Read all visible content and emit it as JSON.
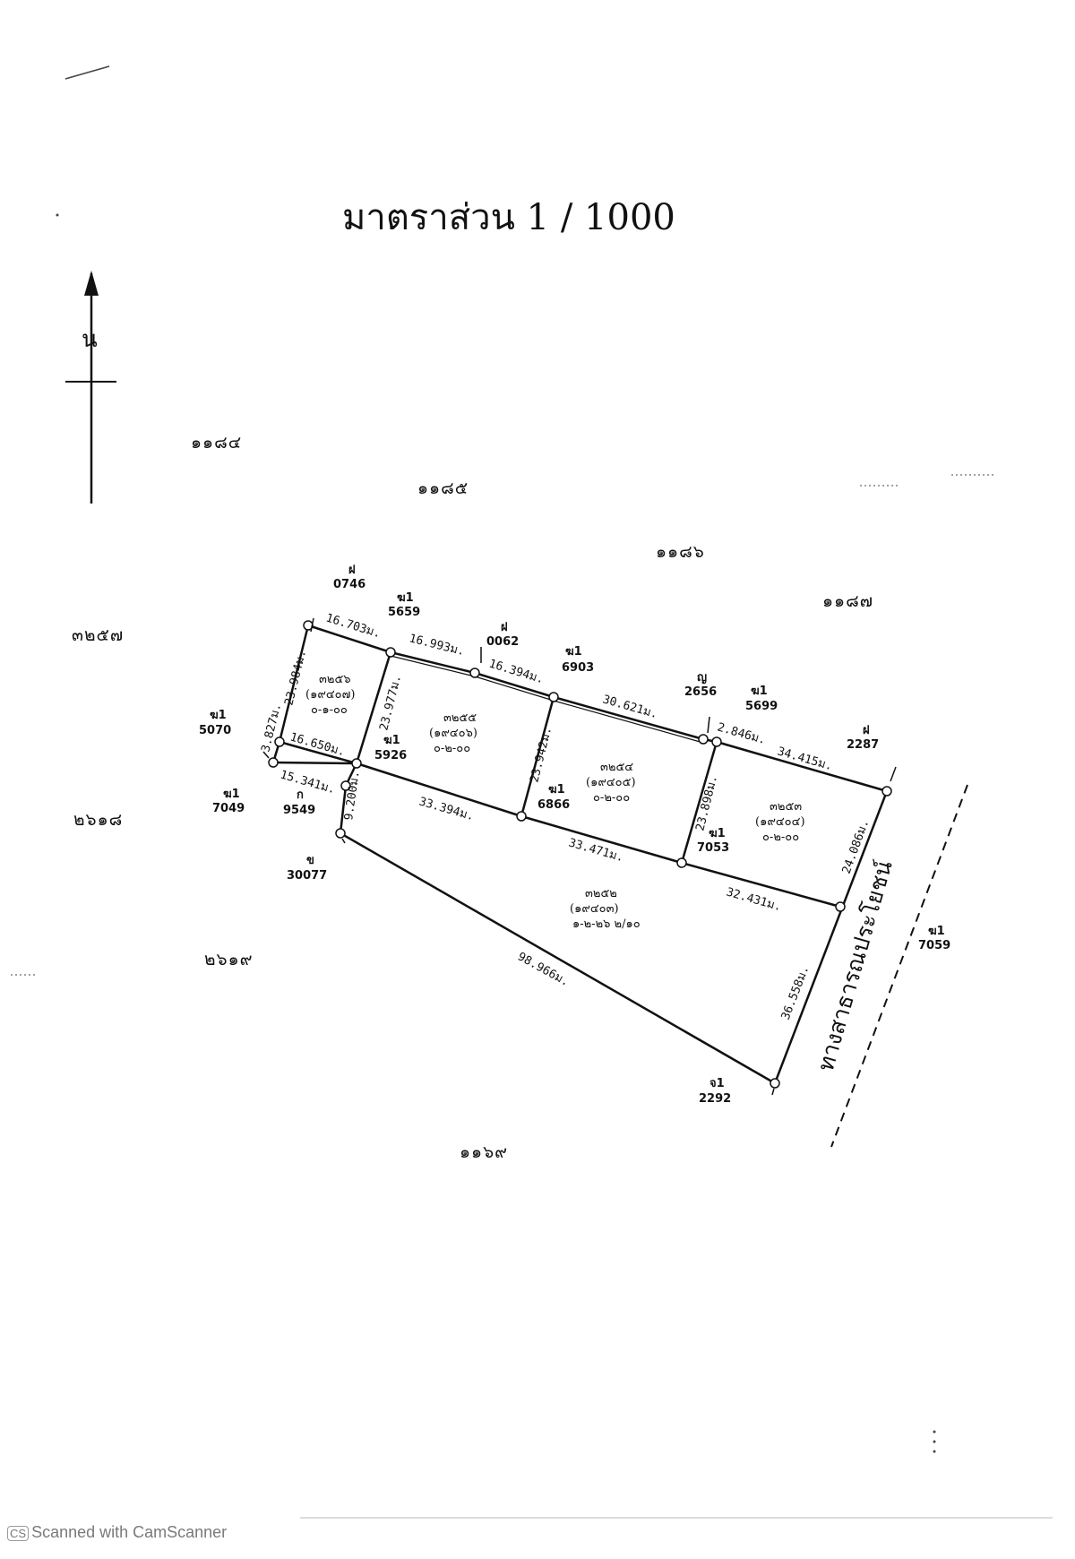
{
  "title": "มาตราส่วน 1 / 1000",
  "north_label": "น",
  "road_label": "ทางสาธารณประโยชน์",
  "footer": {
    "logo": "CS",
    "text": "Scanned with CamScanner"
  },
  "neighbors": {
    "n1184": "๑๑๘๔",
    "n1185": "๑๑๘๕",
    "n1186": "๑๑๘๖",
    "n1187": "๑๑๘๗",
    "n3257": "๓๒๕๗",
    "n2618": "๒๖๑๘",
    "n2619": "๒๖๑๙",
    "n1169": "๑๑๖๙"
  },
  "plots": [
    {
      "no": "๓๒๕๖",
      "deed": "(๑๙๔๐๗)",
      "area": "๐-๑-๐๐"
    },
    {
      "no": "๓๒๕๕",
      "deed": "(๑๙๔๐๖)",
      "area": "๐-๒-๐๐"
    },
    {
      "no": "๓๒๕๔",
      "deed": "(๑๙๔๐๕)",
      "area": "๐-๒-๐๐"
    },
    {
      "no": "๓๒๕๓",
      "deed": "(๑๙๔๐๔)",
      "area": "๐-๒-๐๐"
    },
    {
      "no": "๓๒๕๒",
      "deed": "(๑๙๔๐๓)",
      "area": "๑-๒-๒๖ ๒/๑๐"
    }
  ],
  "dimensions": {
    "d16703": "16.703ม.",
    "d16993": "16.993ม.",
    "d16394": "16.394ม.",
    "d30621": "30.621ม.",
    "d2846": "2.846ม.",
    "d34415": "34.415ม.",
    "d23984": "23.984ม.",
    "d3827": "3.827ม.",
    "d23977": "23.977ม.",
    "d23942": "23.942ม.",
    "d23898": "23.898ม.",
    "d24086": "24.086ม.",
    "d16650": "16.650ม.",
    "d15341": "15.341ม.",
    "d9200": "9.200ม.",
    "d33394": "33.394ม.",
    "d33471": "33.471ม.",
    "d32431": "32.431ม.",
    "d36558": "36.558ม.",
    "d98966": "98.966ม."
  },
  "markers": {
    "m1": {
      "code": "ฝ",
      "num": "0746"
    },
    "m2": {
      "code": "ฆ1",
      "num": "5659"
    },
    "m3": {
      "code": "ฝ",
      "num": "0062"
    },
    "m4": {
      "code": "ฆ1",
      "num": "6903"
    },
    "m5": {
      "code": "ญ",
      "num": "2656"
    },
    "m6": {
      "code": "ฆ1",
      "num": "5699"
    },
    "m7": {
      "code": "ฝ",
      "num": "2287"
    },
    "m8": {
      "code": "ฆ1",
      "num": "5070"
    },
    "m9": {
      "code": "ฆ1",
      "num": "5926"
    },
    "m10": {
      "code": "ฆ1",
      "num": "6866"
    },
    "m11": {
      "code": "ฆ1",
      "num": "7053"
    },
    "m12": {
      "code": "ฆ1",
      "num": "7049"
    },
    "m13": {
      "code": "ก",
      "num": "9549"
    },
    "m14": {
      "code": "ข",
      "num": "30077"
    },
    "m15": {
      "code": "ฆ1",
      "num": "7059"
    },
    "m16": {
      "code": "จ1",
      "num": "2292"
    }
  }
}
